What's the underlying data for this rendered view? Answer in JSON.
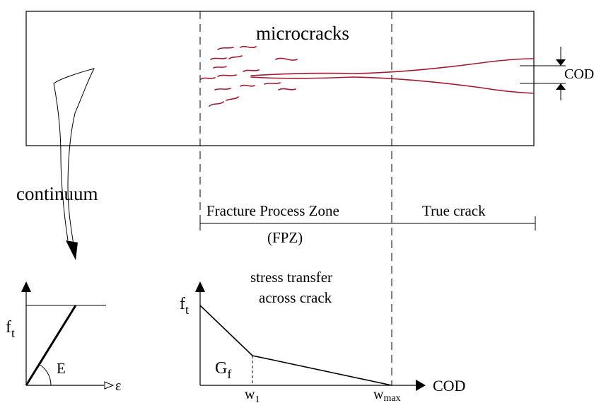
{
  "labels": {
    "microcracks": "microcracks",
    "cod": "COD",
    "continuum": "continuum",
    "fpz": "Fracture Process Zone",
    "fpz_abbrev": "(FPZ)",
    "true_crack": "True crack",
    "stress_transfer_line1": "stress transfer",
    "stress_transfer_line2": "across crack"
  },
  "left_plot": {
    "y_symbol": "f",
    "y_subscript": "t",
    "x_symbol": "ε",
    "slope_label": "E"
  },
  "right_plot": {
    "y_symbol": "f",
    "y_subscript": "t",
    "area_symbol": "G",
    "area_subscript": "f",
    "w1_symbol": "w",
    "w1_subscript": "1",
    "wmax_symbol": "w",
    "wmax_subscript": "max",
    "x_label": "COD"
  },
  "colors": {
    "line": "#000000",
    "crack": "#a6192e"
  }
}
